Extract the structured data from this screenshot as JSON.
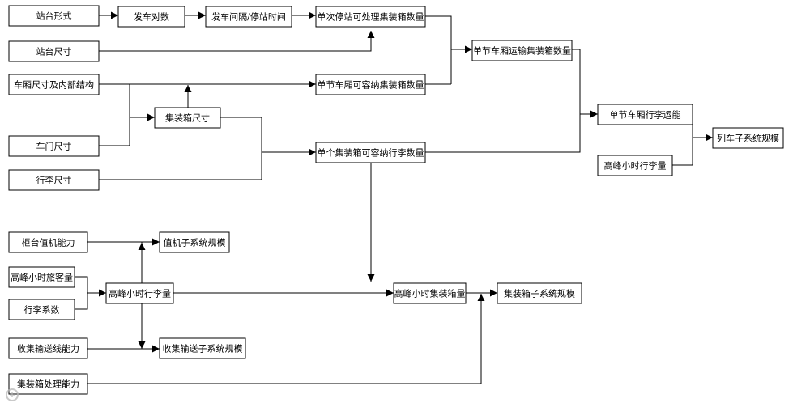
{
  "diagram": {
    "nodes": {
      "n1": "站台形式",
      "n2": "发车对数",
      "n3": "发车间隔/停站时间",
      "n4": "单次停站可处理集装箱数量",
      "n5": "站台尺寸",
      "n6": "单节车厢运输集装箱数量",
      "n7": "车厢尺寸及内部结构",
      "n8": "单节车厢可容纳集装箱数量",
      "n9": "集装箱尺寸",
      "n10": "单节车厢行李运能",
      "n11": "列车子系统规模",
      "n12": "车门尺寸",
      "n13": "单个集装箱可容纳行李数量",
      "n14": "行李尺寸",
      "n15": "高峰小时行李量",
      "n16": "柜台值机能力",
      "n17": "值机子系统规模",
      "n18": "高峰小时旅客量",
      "n19": "高峰小时行李量",
      "n20": "高峰小时集装箱量",
      "n21": "集装箱子系统规模",
      "n22": "行李系数",
      "n23": "收集输送线能力",
      "n24": "收集输送子系统规模",
      "n25": "集装箱处理能力"
    }
  }
}
